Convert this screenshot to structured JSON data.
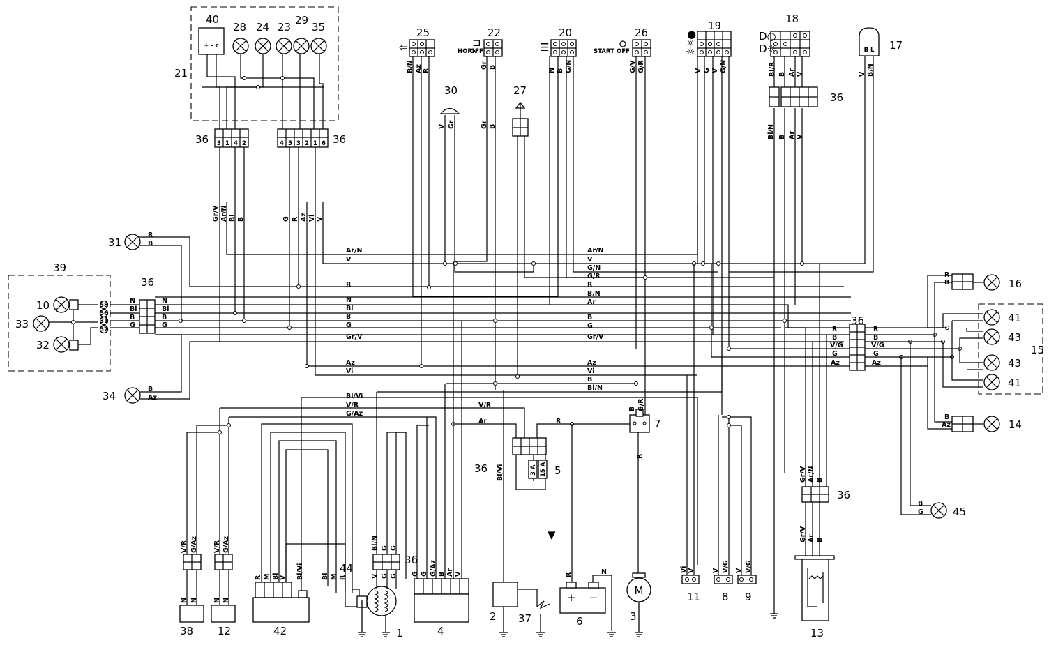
{
  "component_numbers": {
    "c1": "1",
    "c2": "2",
    "c3": "3",
    "c4": "4",
    "c5": "5",
    "c6": "6",
    "c7": "7",
    "c8": "8",
    "c9": "9",
    "c10": "10",
    "c11": "11",
    "c12": "12",
    "c13": "13",
    "c14": "14",
    "c15": "15",
    "c16": "16",
    "c17": "17",
    "c18": "18",
    "c19": "19",
    "c20": "20",
    "c21": "21",
    "c22": "22",
    "c23": "23",
    "c24": "24",
    "c25": "25",
    "c26": "26",
    "c27": "27",
    "c28": "28",
    "c29": "29",
    "c30": "30",
    "c31": "31",
    "c32": "32",
    "c33": "33",
    "c34": "34",
    "c35": "35",
    "c36": "36",
    "c37": "37",
    "c38": "38",
    "c39": "39",
    "c40": "40",
    "c41": "41",
    "c42": "42",
    "c43": "43",
    "c44": "44",
    "c45": "45"
  },
  "switch_labels": {
    "horn": "HORN",
    "off": "OFF",
    "start": "START"
  },
  "connector_pins": {
    "left": [
      "3",
      "1",
      "4",
      "2"
    ],
    "right": [
      "4",
      "5",
      "3",
      "2",
      "1",
      "6"
    ]
  },
  "fuses": {
    "f1": "3 A",
    "f2": "15 A"
  },
  "relay_40": "+ - c",
  "lamp_17": "B L",
  "cluster_39_pins": [
    "58",
    "56",
    "31",
    "57"
  ],
  "battery": {
    "plus": "+",
    "minus": "−"
  },
  "motor": "M",
  "wire_colors": {
    "R": "R",
    "B": "B",
    "N": "N",
    "Bl": "Bl",
    "G": "G",
    "V": "V",
    "Vi": "Vi",
    "Az": "Az",
    "Ar": "Ar",
    "Gr": "Gr",
    "M": "M",
    "ArN": "Ar/N",
    "GrV": "Gr/V",
    "GN": "G/N",
    "GR": "G/R",
    "BN": "B/N",
    "BlN": "Bl/N",
    "BlVi": "Bl/Vi",
    "VR": "V/R",
    "GAz": "G/Az",
    "VG": "V/G",
    "BlR": "Bl/R",
    "GV": "G/V"
  }
}
